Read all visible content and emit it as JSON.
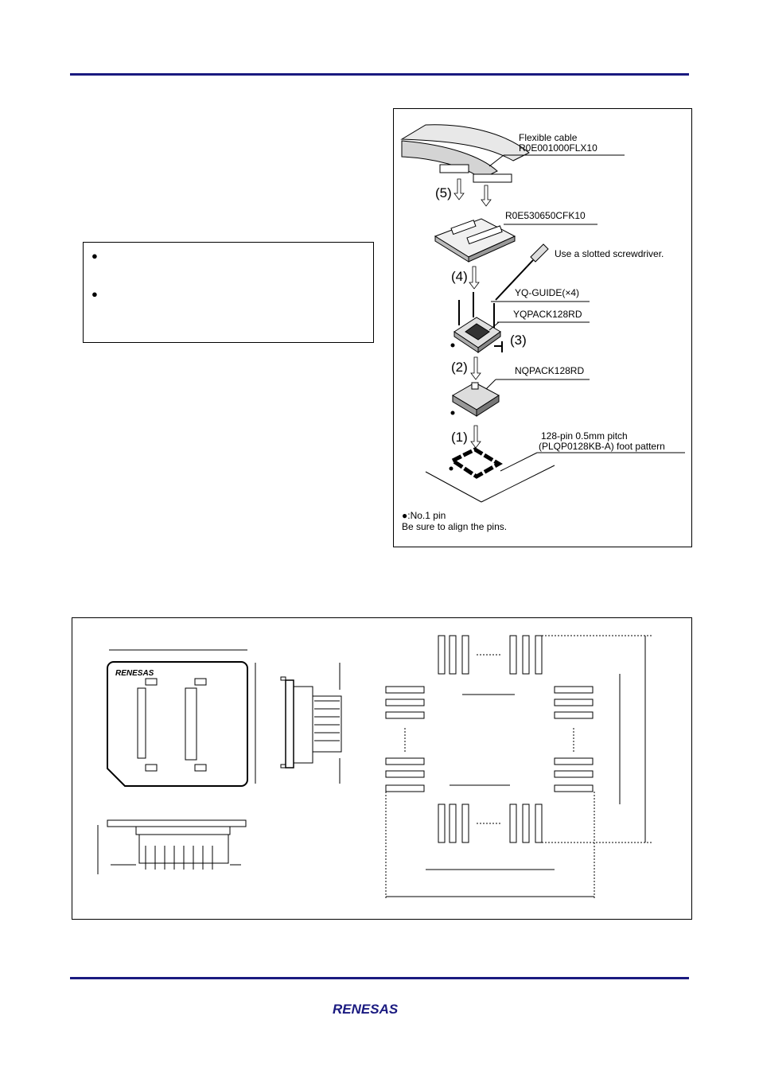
{
  "header": {
    "rule_color": "#1a1a80"
  },
  "note_box": {
    "bullets": [
      "●",
      "●"
    ]
  },
  "figure1": {
    "labels": {
      "cable_name": "Flexible cable",
      "cable_part": "R0E001000FLX10",
      "board": "R0E530650CFK10",
      "screwdriver": "Use a slotted screwdriver.",
      "guide": "YQ-GUIDE(×4)",
      "yqpack": "YQPACK128RD",
      "nqpack": "NQPACK128RD",
      "pitch": "128-pin 0.5mm pitch",
      "footprint": "(PLQP0128KB-A) foot pattern",
      "pin_note": "●:No.1 pin",
      "align_note": "Be sure to align the pins."
    },
    "steps": [
      "(1)",
      "(2)",
      "(3)",
      "(4)",
      "(5)"
    ]
  },
  "figure2": {
    "board_logo": "RENESAS"
  },
  "footer": {
    "logo": "RENESAS",
    "brand_color": "#1a1a80"
  }
}
